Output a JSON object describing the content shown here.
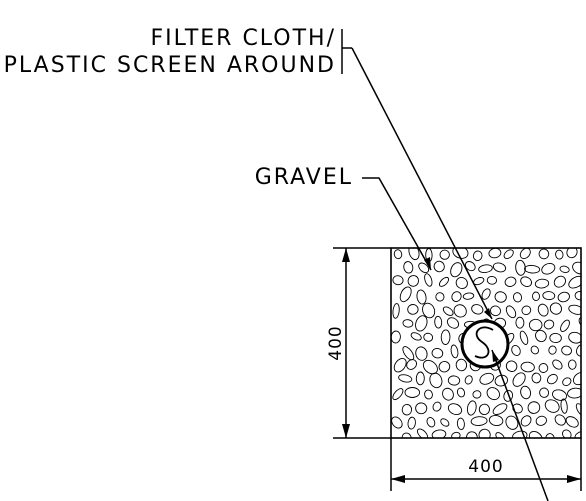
{
  "labels": {
    "filter_line1": "FILTER CLOTH/",
    "filter_line2": "PLASTIC SCREEN AROUND",
    "gravel": "GRAVEL"
  },
  "dimensions": {
    "height_value": "400",
    "width_value": "400"
  }
}
